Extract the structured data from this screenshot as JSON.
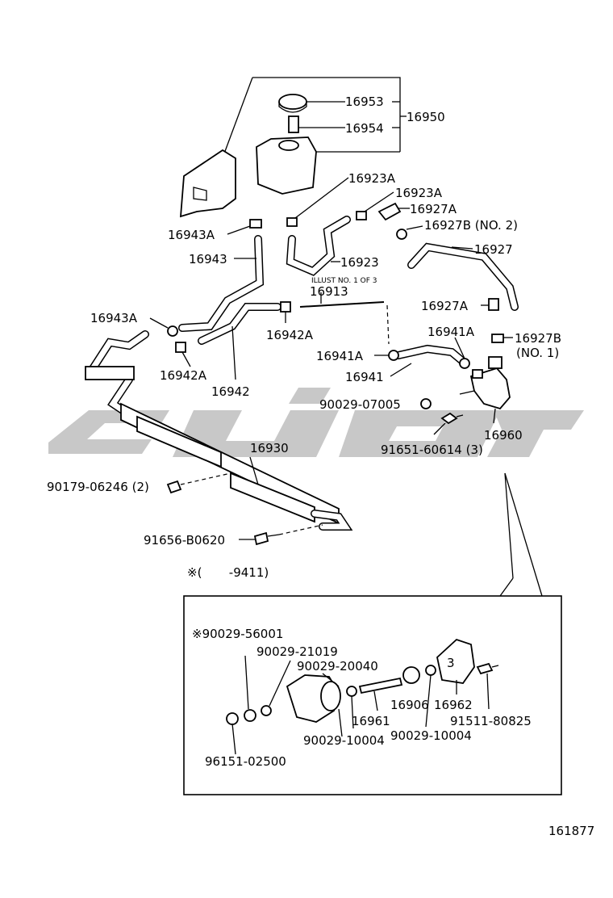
{
  "labels": {
    "l16953": "16953",
    "l16954": "16954",
    "l16950": "16950",
    "l16923A_1": "16923A",
    "l16923A_2": "16923A",
    "l16927A_1": "16927A",
    "l16927B_no2": "16927B (NO. 2)",
    "l16927": "16927",
    "l16943A_1": "16943A",
    "l16943": "16943",
    "l16923": "16923",
    "illust_note": "ILLUST NO. 1 OF 3",
    "l16913": "16913",
    "l16927A_2": "16927A",
    "l16943A_2": "16943A",
    "l16942A_1": "16942A",
    "l16941A_1": "16941A",
    "l16927B_no1a": "16927B",
    "l16927B_no1b": "(NO. 1)",
    "l16941A_2": "16941A",
    "l16942A_2": "16942A",
    "l16941": "16941",
    "l16942": "16942",
    "l90029_07005": "90029-07005",
    "l16960": "16960",
    "l91651": "91651-60614 (3)",
    "l16930": "16930",
    "l90179": "90179-06246 (2)",
    "l91656": "91656-B0620",
    "range_note": "※(       -9411)",
    "d_90029_56001": "※90029-56001",
    "d_90029_21019": "90029-21019",
    "d_90029_20040": "90029-20040",
    "d_16906": "16906",
    "d_16962": "16962",
    "d_16961": "16961",
    "d_91511": "91511-80825",
    "d_90029_10004a": "90029-10004",
    "d_90029_10004b": "90029-10004",
    "d_96151": "96151-02500",
    "d_3": "3",
    "figure_number": "161877"
  }
}
